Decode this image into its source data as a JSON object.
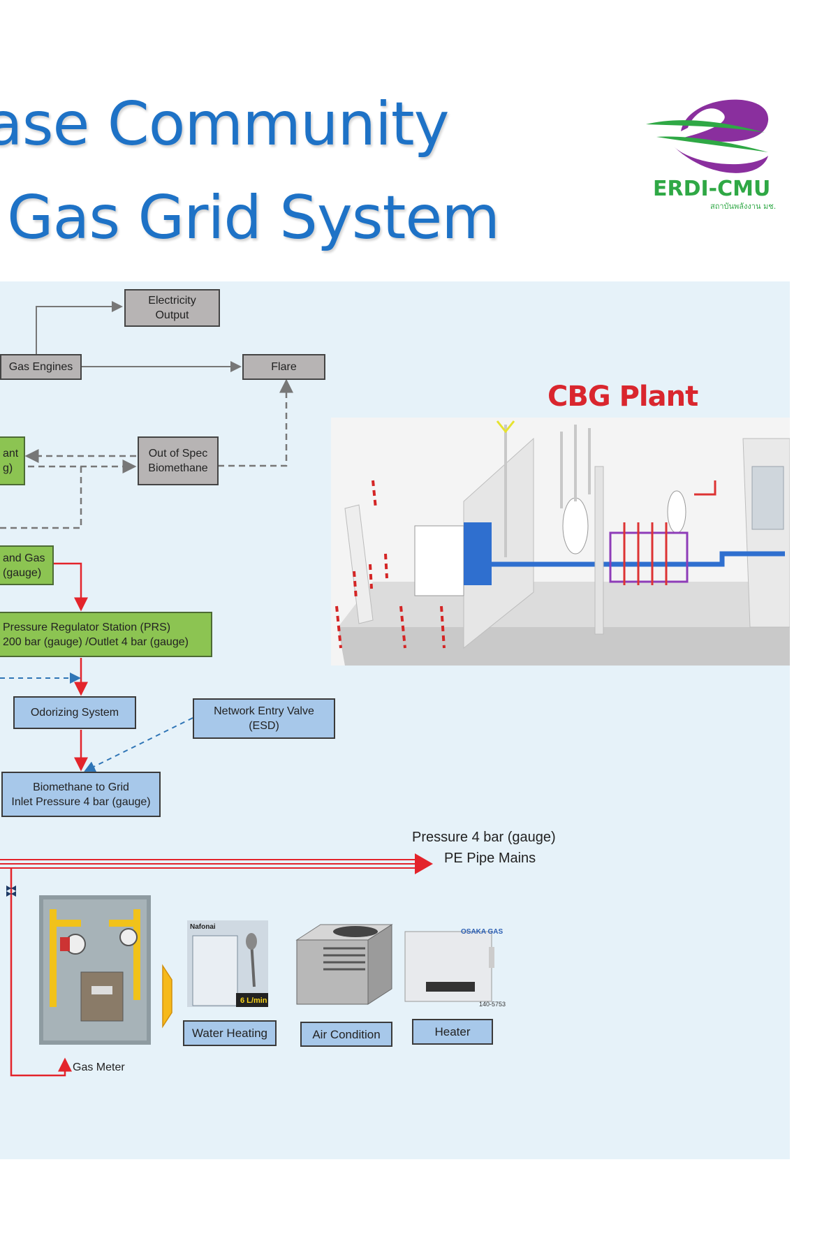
{
  "header": {
    "title_line1": "ase Community",
    "title_line2": "Gas Grid System",
    "title_color": "#1e72c6"
  },
  "logo": {
    "name": "ERDI-CMU",
    "subtitle": "สถาบันพลังงาน มช.",
    "colors": {
      "purple": "#8a2f9e",
      "green": "#2fa845"
    }
  },
  "plant": {
    "title": "CBG Plant",
    "title_color": "#d9262e"
  },
  "boxes": {
    "electricity_output": "Electricity\nOutput",
    "gas_engines": "Gas Engines",
    "flare": "Flare",
    "plant_partial": "ant\ng)",
    "out_of_spec": "Out of Spec\nBiomethane",
    "gas_partial": "and Gas\n(gauge)",
    "prs": "Pressure Regulator Station (PRS)\n200 bar (gauge) /Outlet 4 bar (gauge)",
    "odorizing": "Odorizing System",
    "network_entry": "Network Entry Valve\n(ESD)",
    "biomethane_grid": "Biomethane to Grid\nInlet Pressure 4 bar (gauge)"
  },
  "mains": {
    "line1": "Pressure 4 bar (gauge)",
    "line2": "PE Pipe Mains"
  },
  "appliances": {
    "gas_meter": "Gas Meter",
    "water_heating": "Water Heating",
    "air_condition": "Air Condition",
    "heater": "Heater",
    "heater_brand": "OSAKA GAS",
    "heater_model": "140-5753",
    "water_heater_brand": "Nafonai",
    "water_heater_flow": "6 L/min"
  },
  "colors": {
    "grey_box": "#b7b4b4",
    "green_box": "#8cc452",
    "blue_box": "#a7c8ea",
    "red_line": "#e3242b",
    "panel_bg": "#e6f2f9"
  }
}
